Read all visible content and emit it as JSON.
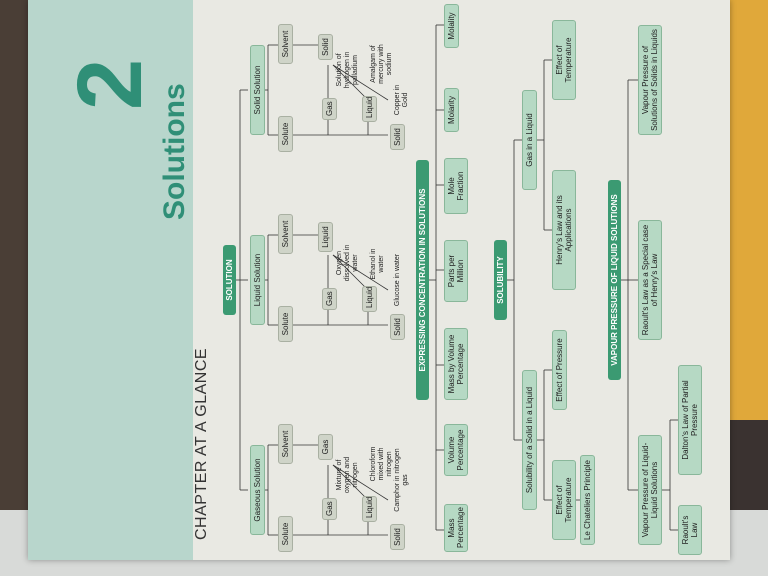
{
  "chapter": {
    "number": "2",
    "title": "Solutions",
    "glance": "CHAPTER AT A GLANCE"
  },
  "solution": {
    "root": "SOLUTION",
    "types": [
      "Gaseous Solution",
      "Liquid Solution",
      "Solid Solution"
    ],
    "gaseous": {
      "solute": "Solute",
      "solvent": "Solvent",
      "gas": "Gas",
      "liquid": "Liquid",
      "solid": "Solid",
      "solvent_gas": "Gas",
      "ex1": "Mixture of oxygen and nitrogen",
      "ex2": "Chloroform mixed with nitrogen",
      "ex3": "Camphor in nitrogen gas"
    },
    "liquid": {
      "solute": "Solute",
      "solvent": "Solvent",
      "gas": "Gas",
      "liquid": "Liquid",
      "solid": "Solid",
      "solvent_liquid": "Liquid",
      "ex1": "Oxygen dissolved in water",
      "ex2": "Ethanol in water",
      "ex3": "Glucose in water"
    },
    "solid": {
      "solute": "Solute",
      "solvent": "Solvent",
      "gas": "Gas",
      "liquid": "Liquid",
      "solid": "Solid",
      "solvent_solid": "Solid",
      "ex1": "Solution of hydrogen in palladium",
      "ex2": "Amalgam of mercury with sodium",
      "ex3": "Copper in Gold"
    }
  },
  "concentration": {
    "header": "EXPRESSING CONCENTRATION IN SOLUTIONS",
    "items": [
      "Mass Percentage",
      "Volume Percentage",
      "Mass by Volume Percentage",
      "Parts per Million",
      "Mole Fraction",
      "Molarity",
      "Molality"
    ]
  },
  "solubility": {
    "header": "SOLUBILITY",
    "solid_in_liquid": "Solubility of a Solid in a Liquid",
    "gas_in_liquid": "Gas in a Liquid",
    "effect_temp": "Effect of Temperature",
    "effect_pressure": "Effect of Pressure",
    "henry": "Henry's Law and its Applications",
    "effect_temp2": "Effect of Temperature",
    "le_chatelier": "Le Chateliers Principle"
  },
  "vapour": {
    "header": "VAPOUR PRESSURE OF LIQUID SOLUTIONS",
    "liq_liq": "Vapour Pressure of Liquid-Liquid Solutions",
    "raoult_special": "Raoult's Law as a Special case of Henry's Law",
    "solids_in_liquids": "Vapour Pressure of Solutions of Solids in Liquids",
    "raoult": "Raoult's Law",
    "dalton": "Dalton's Law of Partial Pressure"
  }
}
